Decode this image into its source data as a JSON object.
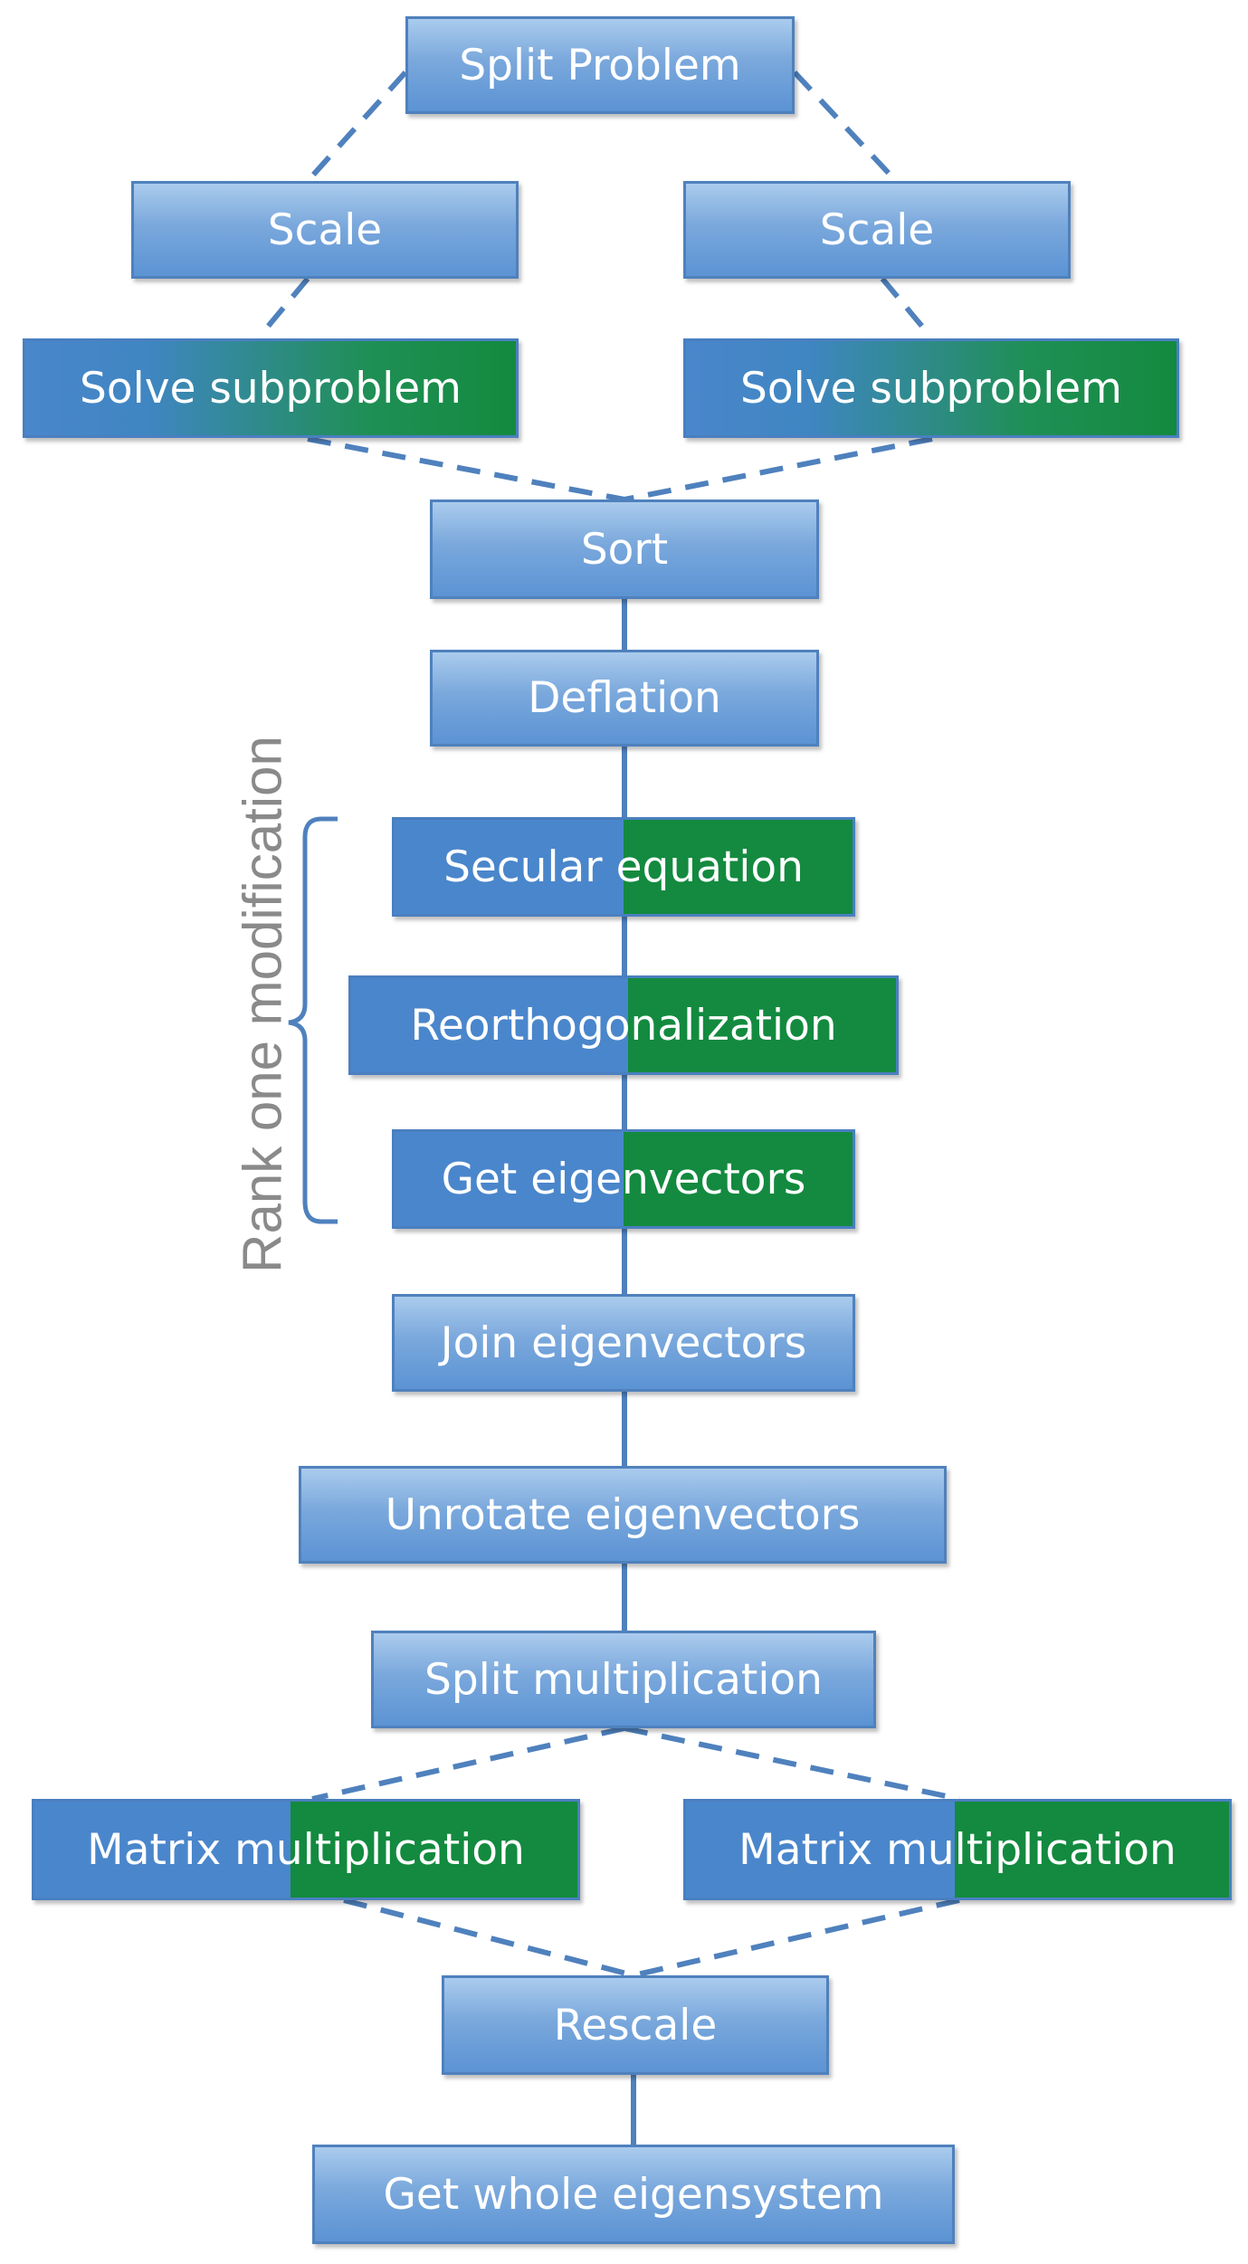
{
  "diagram": {
    "side_label": "Rank one modification",
    "colors": {
      "box_blue_top": "#aacbed",
      "box_blue_bottom": "#5b93d4",
      "accent_blue": "#4a86cb",
      "accent_green": "#138a3f",
      "connector": "#4f81bd",
      "side_label": "#8a8a8a"
    },
    "nodes": {
      "split_problem": "Split Problem",
      "scale_left": "Scale",
      "scale_right": "Scale",
      "solve_left": "Solve subproblem",
      "solve_right": "Solve subproblem",
      "sort": "Sort",
      "deflation": "Deflation",
      "secular_equation": "Secular equation",
      "reorthogonalization": "Reorthogonalization",
      "get_eigenvectors": "Get eigenvectors",
      "join_eigenvectors": "Join eigenvectors",
      "unrotate_eigenvectors": "Unrotate eigenvectors",
      "split_multiplication": "Split multiplication",
      "matrix_mult_left": "Matrix multiplication",
      "matrix_mult_right": "Matrix multiplication",
      "rescale": "Rescale",
      "get_whole_eigensystem": "Get whole eigensystem"
    }
  }
}
